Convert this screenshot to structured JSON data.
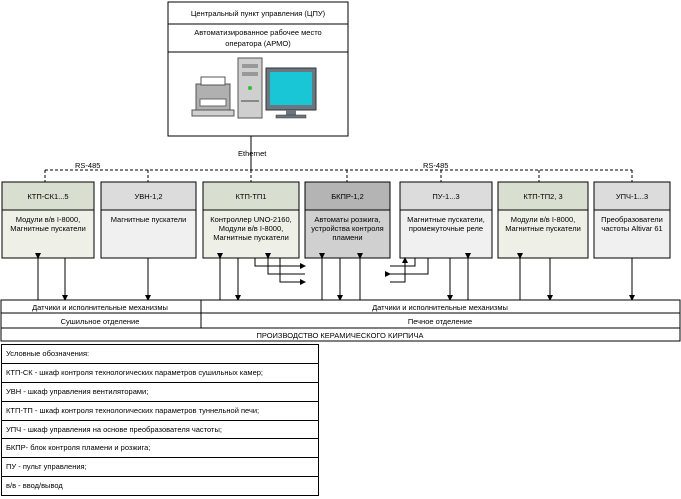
{
  "cpu": {
    "title": "Центральный пункт управления (ЦПУ)",
    "armo_line1": "Автоматизированное рабочее место",
    "armo_line2": "оператора (АРМО)"
  },
  "network": {
    "ethernet": "Ethernet",
    "rs485_left": "RS-485",
    "rs485_right": "RS-485"
  },
  "cabinets": [
    {
      "title": "КТП-СК1...5",
      "body": [
        "Модули в/в I-8000,",
        "Магнитные пускатели"
      ],
      "title_color": "#d8ded0",
      "body_color": "#eef0e8"
    },
    {
      "title": "УВН-1,2",
      "body": [
        "Магнитные пускатели"
      ],
      "title_color": "#dcdcdc",
      "body_color": "#f0f0f0"
    },
    {
      "title": "КТП-ТП1",
      "body": [
        "Контроллер UNO-2160,",
        "Модули в/в I-8000,",
        "Магнитные пускатели"
      ],
      "title_color": "#d8ded0",
      "body_color": "#eef0e8"
    },
    {
      "title": "БКПР-1,2",
      "body": [
        "Автоматы розжига,",
        "устройства контроля",
        "пламени"
      ],
      "title_color": "#b4b4b4",
      "body_color": "#d0d0d0"
    },
    {
      "title": "ПУ-1...3",
      "body": [
        "Магнитные пускатели,",
        "промежуточные реле"
      ],
      "title_color": "#dcdcdc",
      "body_color": "#f0f0f0"
    },
    {
      "title": "КТП-ТП2, 3",
      "body": [
        "Модули в/в I-8000,",
        "Магнитные пускатели"
      ],
      "title_color": "#d8ded0",
      "body_color": "#eef0e8"
    },
    {
      "title": "УПЧ-1...3",
      "body": [
        "Преобразователи",
        "частоты Altivar 61"
      ],
      "title_color": "#dcdcdc",
      "body_color": "#f0f0f0"
    }
  ],
  "floor": {
    "sensors_left": "Датчики и исполнительные механизмы",
    "sensors_right": "Датчики и исполнительные механизмы",
    "drying": "Сушильное отделение",
    "kiln": "Печное отделение",
    "production": "ПРОИЗВОДСТВО КЕРАМИЧЕСКОГО КИРПИЧА"
  },
  "legend": [
    "Условные обозначения:",
    "КТП-СК - шкаф контроля технологических параметров сушильных камер;",
    "УВН - шкаф управления вентиляторами;",
    "КТП-ТП - шкаф контроля технологических параметров туннельной печи;",
    "УПЧ - шкаф управления на основе преобразователя частоты;",
    "БКПР- блок контроля пламени и розжига;",
    "ПУ - пульт управления;",
    "в/в - ввод/вывод"
  ],
  "colors": {
    "monitor_screen": "#19c6d6",
    "monitor_frame": "#6a7680",
    "pc_case": "#c8c8c8",
    "printer": "#a0a0a0"
  }
}
